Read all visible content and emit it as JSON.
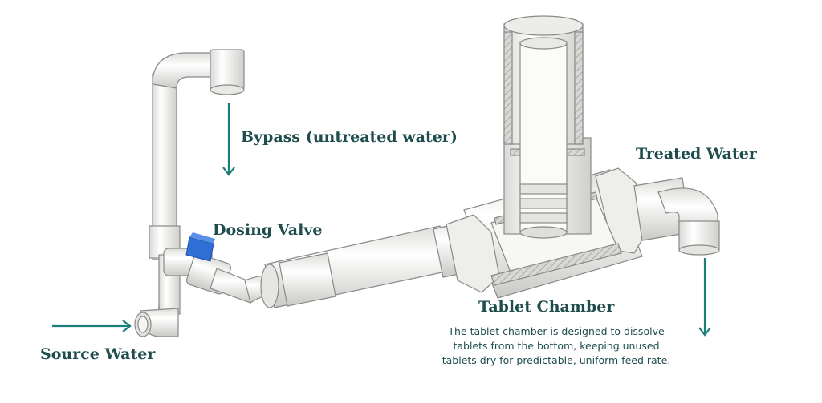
{
  "diagram": {
    "labels": {
      "bypass": "Bypass (untreated water)",
      "dosing_valve": "Dosing Valve",
      "treated_water": "Treated Water",
      "source_water": "Source Water",
      "tablet_chamber": "Tablet Chamber"
    },
    "description_lines": [
      "The tablet chamber is designed to dissolve",
      "tablets from the bottom, keeping unused",
      "tablets dry for predictable, uniform feed rate."
    ],
    "colors": {
      "label": "#1f4d4d",
      "arrow": "#1a7f78",
      "valve_handle": "#2f6fd6",
      "pipe": "#f2f2f0",
      "pipe_outline": "#8a8a8a",
      "section_hatch": "#b5b5b0"
    }
  }
}
